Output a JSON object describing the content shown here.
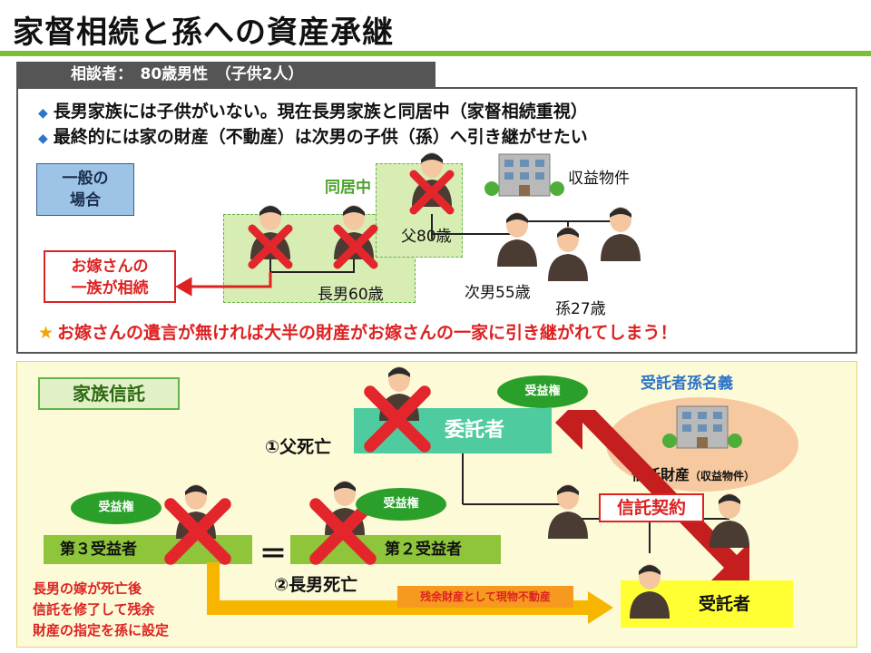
{
  "title": "家督相続と孫への資産承継",
  "consultant": "相談者：　80歳男性　（子供2人）",
  "bullets": [
    "長男家族には子供がいない。現在長男家族と同居中（家督相続重視）",
    "最終的には家の財産（不動産）は次男の子供（孫）へ引き継がせたい"
  ],
  "general_case": {
    "label_line1": "一般の",
    "label_line2": "場合",
    "cohabiting": "同居中",
    "property_label": "収益物件",
    "father": "父80歳",
    "eldest_son": "長男60歳",
    "second_son": "次男55歳",
    "grandson": "孫27歳",
    "bride_line1": "お嫁さんの",
    "bride_line2": "一族が相続",
    "warning": "お嫁さんの遺言が無ければ大半の財産がお嫁さんの一家に引き継がれてしまう！"
  },
  "family_trust": {
    "label": "家族信託",
    "trustee_name_label": "受託者孫名義",
    "trust_property": "信託財産",
    "trust_property_note": "（収益物件）",
    "settlor": "委託者",
    "benefit_right": "受益権",
    "father_death": "①父死亡",
    "third_beneficiary": "第３受益者",
    "second_beneficiary": "第２受益者",
    "equals": "＝",
    "eldest_son_death": "②長男死亡",
    "trust_contract": "信託契約",
    "trustee": "受託者",
    "residual_property": "残余財産として現物不動産",
    "note_line1": "長男の嫁が死亡後",
    "note_line2": "信託を修了して残余",
    "note_line3": "財産の指定を孫に設定"
  },
  "colors": {
    "accent_green": "#7bbf37",
    "settlor_teal": "#4fcc9f",
    "cross_red": "#e3262c",
    "trustee_yellow": "#ffff33",
    "benefit_green": "#2aa02a"
  },
  "icons": [
    "building-icon",
    "person-icon",
    "cross-icon",
    "arrow-icon",
    "star-icon",
    "diamond-icon"
  ]
}
